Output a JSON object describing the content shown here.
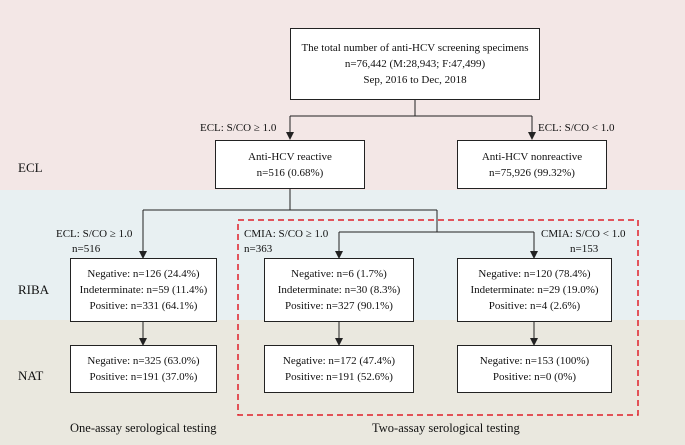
{
  "colors": {
    "ecl_band": "#f3e7e6",
    "riba_band": "#e8f0f2",
    "nat_band": "#eae8df",
    "dashed_border": "#e0202a",
    "line": "#222222"
  },
  "row_labels": {
    "ecl": "ECL",
    "riba": "RIBA",
    "nat": "NAT"
  },
  "top_box": {
    "line1": "The total number of anti-HCV screening specimens",
    "line2": "n=76,442 (M:28,943; F:47,499)",
    "line3": "Sep, 2016 to Dec, 2018"
  },
  "branch_labels": {
    "ecl_reactive": "ECL: S/CO ≥ 1.0",
    "ecl_nonreactive": "ECL: S/CO < 1.0",
    "one_assay_cond": "ECL: S/CO ≥ 1.0",
    "one_assay_n": "n=516",
    "cmia_pos_cond": "CMIA: S/CO ≥ 1.0",
    "cmia_pos_n": "n=363",
    "cmia_neg_cond": "CMIA: S/CO < 1.0",
    "cmia_neg_n": "n=153"
  },
  "reactive_box": {
    "line1": "Anti-HCV reactive",
    "line2": "n=516 (0.68%)"
  },
  "nonreactive_box": {
    "line1": "Anti-HCV nonreactive",
    "line2": "n=75,926 (99.32%)"
  },
  "riba_boxes": [
    {
      "negative": "Negative: n=126 (24.4%)",
      "indeterminate": "Indeterminate: n=59 (11.4%)",
      "positive": "Positive: n=331 (64.1%)"
    },
    {
      "negative": "Negative: n=6 (1.7%)",
      "indeterminate": "Indeterminate: n=30 (8.3%)",
      "positive": "Positive: n=327 (90.1%)"
    },
    {
      "negative": "Negative: n=120 (78.4%)",
      "indeterminate": "Indeterminate: n=29 (19.0%)",
      "positive": "Positive: n=4 (2.6%)"
    }
  ],
  "nat_boxes": [
    {
      "negative": "Negative: n=325 (63.0%)",
      "positive": "Positive: n=191 (37.0%)"
    },
    {
      "negative": "Negative: n=172 (47.4%)",
      "positive": "Positive: n=191 (52.6%)"
    },
    {
      "negative": "Negative: n=153 (100%)",
      "positive": "Positive: n=0 (0%)"
    }
  ],
  "captions": {
    "one_assay": "One-assay serological testing",
    "two_assay": "Two-assay serological testing"
  }
}
